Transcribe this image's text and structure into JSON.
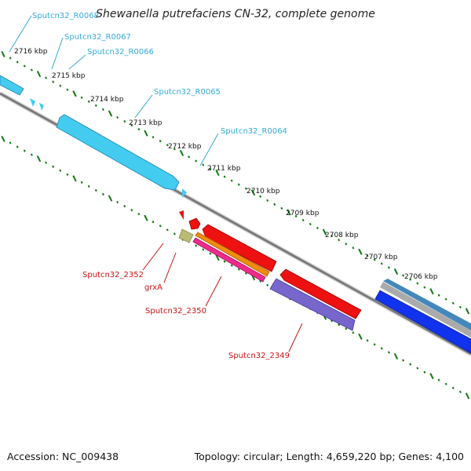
{
  "title": "Shewanella putrefaciens CN-32, complete genome",
  "footer": {
    "accession": "Accession: NC_009438",
    "topology": "Topology: circular; Length: 4,659,220 bp; Genes: 4,100"
  },
  "kbp_ticks": [
    "2716 kbp",
    "2715 kbp",
    "2714 kbp",
    "2713 kbp",
    "2712 kbp",
    "2711 kbp",
    "2710 kbp",
    "2709 kbp",
    "2708 kbp",
    "2707 kbp",
    "2706 kbp"
  ],
  "genes_forward": [
    "Sputcn32_R0068",
    "Sputcn32_R0067",
    "Sputcn32_R0066",
    "Sputcn32_R0065",
    "Sputcn32_R0064"
  ],
  "genes_reverse": [
    "Sputcn32_2352",
    "grxA",
    "Sputcn32_2350",
    "Sputcn32_2349"
  ],
  "colors": {
    "forward_label": "#33aadd",
    "reverse_label": "#cc1111",
    "backbone": "#888888",
    "ticks": "#117711",
    "trna": "#44ccf0",
    "cds": "#ee1111",
    "orange": "#f08c10",
    "pink": "#ee2a8a",
    "purple": "#7766cc",
    "blue": "#1133ee",
    "steel": "#4488bb",
    "olive": "#bbbb77"
  }
}
